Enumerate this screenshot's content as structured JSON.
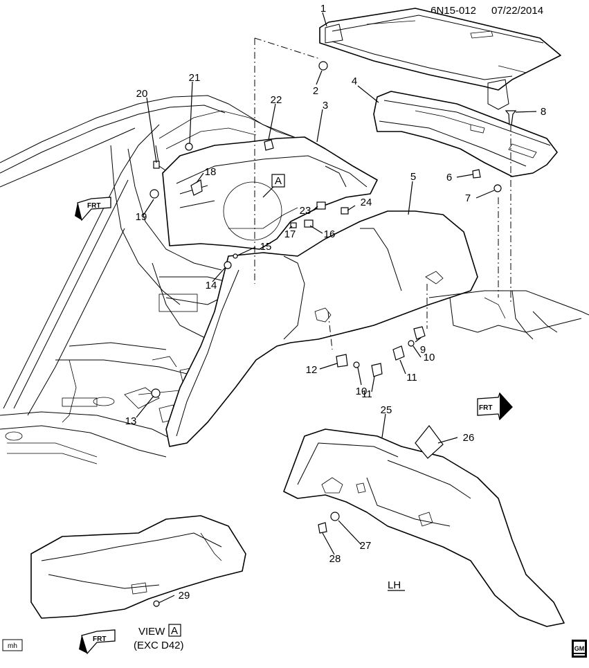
{
  "header": {
    "doc_id": "6N15-012",
    "date": "07/22/2014"
  },
  "callouts": [
    "1",
    "2",
    "3",
    "4",
    "5",
    "6",
    "7",
    "8",
    "9",
    "10",
    "10",
    "11",
    "11",
    "12",
    "13",
    "14",
    "15",
    "16",
    "17",
    "18",
    "19",
    "20",
    "21",
    "22",
    "23",
    "24",
    "25",
    "26",
    "27",
    "28",
    "29"
  ],
  "view_marker": "A",
  "view_label": {
    "prefix": "VIEW",
    "letter": "A",
    "note": "(EXC D42)"
  },
  "side_label": "LH",
  "front_arrow_text": "FRT",
  "corner_tag": "mh",
  "logo": "GM"
}
